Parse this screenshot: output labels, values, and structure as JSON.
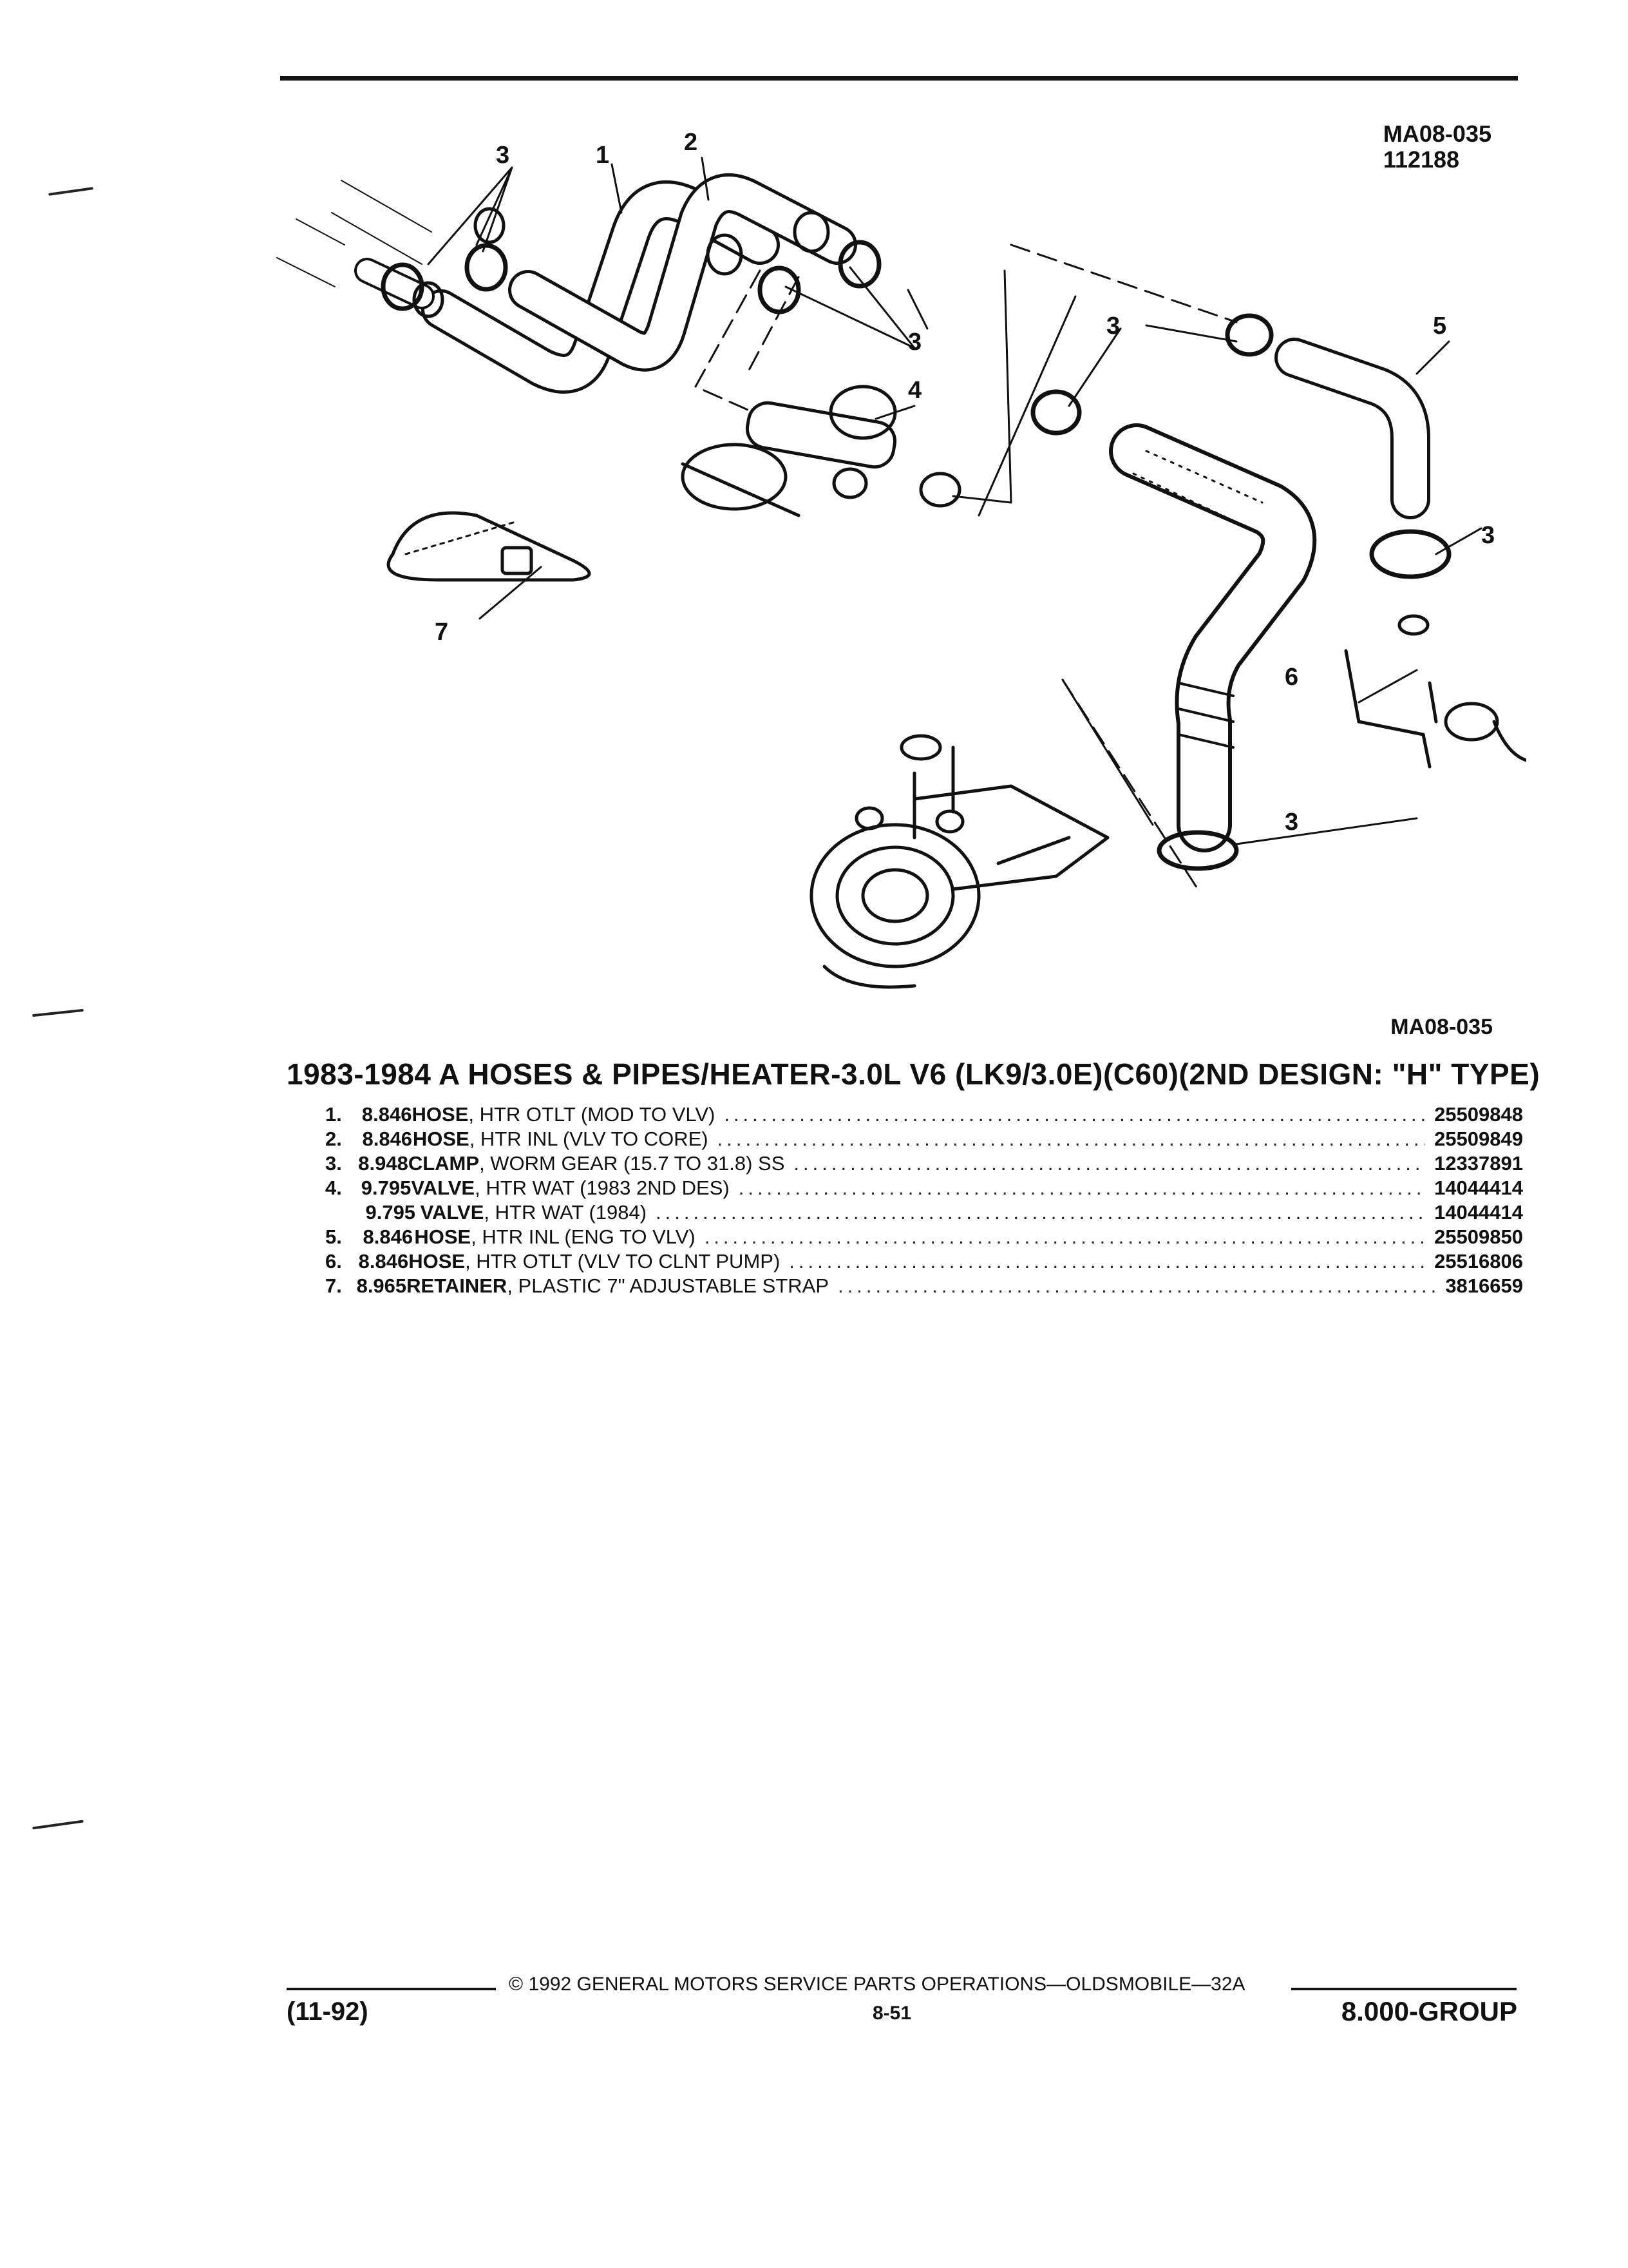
{
  "figure": {
    "code": "MA08-035",
    "date_code": "112188",
    "code_bottom": "MA08-035",
    "callouts": [
      "1",
      "2",
      "3",
      "4",
      "5",
      "6",
      "7"
    ]
  },
  "section": {
    "title": "1983-1984 A HOSES & PIPES/HEATER-3.0L V6 (LK9/3.0E)(C60)(2ND DESIGN: \"H\" TYPE)"
  },
  "parts": [
    {
      "item": "1.",
      "group": "8.846",
      "name": "HOSE",
      "detail": ", HTR OTLT (MOD TO VLV)",
      "part_number": "25509848"
    },
    {
      "item": "2.",
      "group": "8.846",
      "name": "HOSE",
      "detail": ", HTR INL (VLV TO CORE)",
      "part_number": "25509849"
    },
    {
      "item": "3.",
      "group": "8.948",
      "name": "CLAMP",
      "detail": ", WORM GEAR (15.7 TO 31.8) SS",
      "part_number": "12337891"
    },
    {
      "item": "4.",
      "group": "9.795",
      "name": "VALVE",
      "detail": ", HTR WAT (1983 2ND DES)",
      "part_number": "14044414"
    },
    {
      "item": "",
      "group": "9.795",
      "name": "VALVE",
      "detail": ", HTR WAT (1984)",
      "part_number": "14044414"
    },
    {
      "item": "5.",
      "group": "8.846",
      "name": "HOSE",
      "detail": ", HTR INL (ENG TO VLV)",
      "part_number": "25509850"
    },
    {
      "item": "6.",
      "group": "8.846",
      "name": "HOSE",
      "detail": ", HTR OTLT (VLV TO CLNT PUMP)",
      "part_number": "25516806"
    },
    {
      "item": "7.",
      "group": "8.965",
      "name": "RETAINER",
      "detail": ", PLASTIC 7\" ADJUSTABLE STRAP",
      "part_number": "3816659"
    }
  ],
  "footer": {
    "copyright": "© 1992 GENERAL MOTORS SERVICE PARTS OPERATIONS—OLDSMOBILE—32A",
    "date": "(11-92)",
    "page": "8-51",
    "group": "8.000-GROUP"
  },
  "dots": "................................................................................................................................................"
}
